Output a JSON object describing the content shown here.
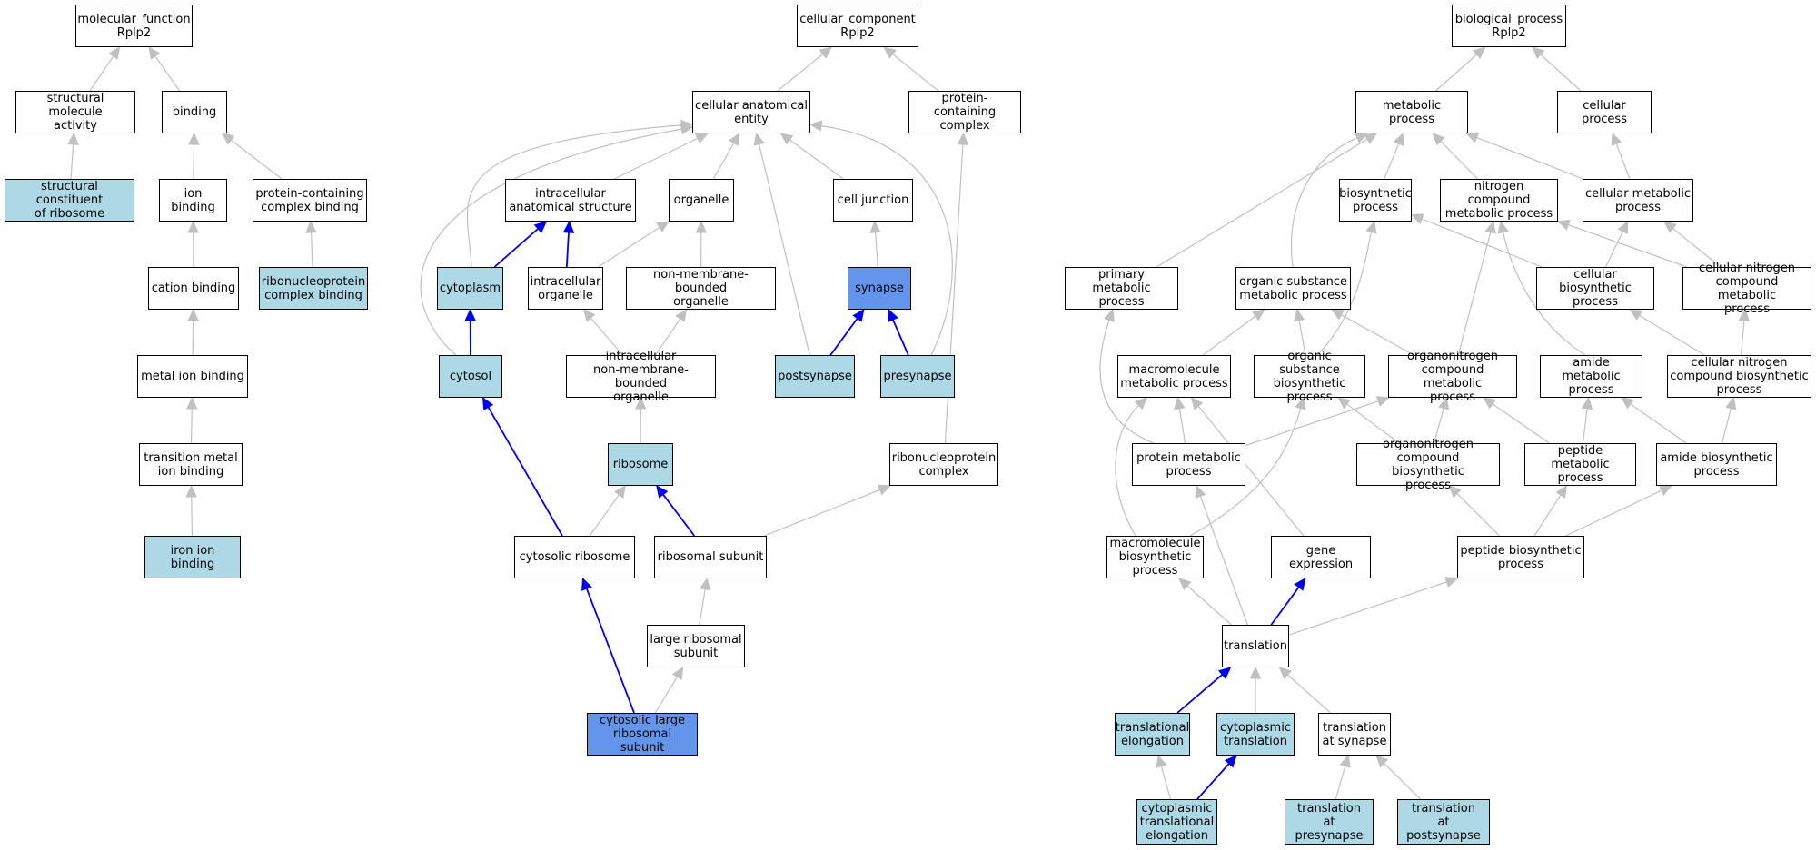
{
  "colors": {
    "plain_fill": "#ffffff",
    "annotated_fill": "#add8e6",
    "direct_fill": "#6495ed",
    "edge_gray": "#c0c0c0",
    "edge_blue": "#0000ee"
  },
  "nodes": [
    {
      "id": "mf_root",
      "label": "molecular_function\nRplp2",
      "fill": "plain"
    },
    {
      "id": "structural_molecule_activity",
      "label": "structural molecule\nactivity",
      "fill": "plain"
    },
    {
      "id": "binding",
      "label": "binding",
      "fill": "plain"
    },
    {
      "id": "structural_constituent_of_ribosome",
      "label": "structural constituent\nof ribosome",
      "fill": "annotated"
    },
    {
      "id": "ion_binding",
      "label": "ion binding",
      "fill": "plain"
    },
    {
      "id": "protein_containing_complex_binding",
      "label": "protein-containing\ncomplex binding",
      "fill": "plain"
    },
    {
      "id": "cation_binding",
      "label": "cation binding",
      "fill": "plain"
    },
    {
      "id": "ribonucleoprotein_complex_binding",
      "label": "ribonucleoprotein\ncomplex binding",
      "fill": "annotated"
    },
    {
      "id": "metal_ion_binding",
      "label": "metal ion binding",
      "fill": "plain"
    },
    {
      "id": "transition_metal_ion_binding",
      "label": "transition metal\nion binding",
      "fill": "plain"
    },
    {
      "id": "iron_ion_binding",
      "label": "iron ion binding",
      "fill": "annotated"
    },
    {
      "id": "cc_root",
      "label": "cellular_component\nRplp2",
      "fill": "plain"
    },
    {
      "id": "cellular_anatomical_entity",
      "label": "cellular anatomical\nentity",
      "fill": "plain"
    },
    {
      "id": "protein_containing_complex",
      "label": "protein-containing\ncomplex",
      "fill": "plain"
    },
    {
      "id": "intracellular_anatomical_structure",
      "label": "intracellular\nanatomical structure",
      "fill": "plain"
    },
    {
      "id": "organelle",
      "label": "organelle",
      "fill": "plain"
    },
    {
      "id": "cell_junction",
      "label": "cell junction",
      "fill": "plain"
    },
    {
      "id": "cytoplasm",
      "label": "cytoplasm",
      "fill": "annotated"
    },
    {
      "id": "intracellular_organelle",
      "label": "intracellular\norganelle",
      "fill": "plain"
    },
    {
      "id": "non_membrane_bounded_organelle",
      "label": "non-membrane-bounded\norganelle",
      "fill": "plain"
    },
    {
      "id": "synapse",
      "label": "synapse",
      "fill": "direct"
    },
    {
      "id": "cytosol",
      "label": "cytosol",
      "fill": "annotated"
    },
    {
      "id": "intracellular_nmb_organelle",
      "label": "intracellular\nnon-membrane-bounded\norganelle",
      "fill": "plain"
    },
    {
      "id": "postsynapse",
      "label": "postsynapse",
      "fill": "annotated"
    },
    {
      "id": "presynapse",
      "label": "presynapse",
      "fill": "annotated"
    },
    {
      "id": "ribosome",
      "label": "ribosome",
      "fill": "annotated"
    },
    {
      "id": "ribonucleoprotein_complex",
      "label": "ribonucleoprotein\ncomplex",
      "fill": "plain"
    },
    {
      "id": "cytosolic_ribosome",
      "label": "cytosolic ribosome",
      "fill": "plain"
    },
    {
      "id": "ribosomal_subunit",
      "label": "ribosomal subunit",
      "fill": "plain"
    },
    {
      "id": "large_ribosomal_subunit",
      "label": "large ribosomal\nsubunit",
      "fill": "plain"
    },
    {
      "id": "cytosolic_large_ribosomal_subunit",
      "label": "cytosolic large\nribosomal subunit",
      "fill": "direct"
    },
    {
      "id": "bp_root",
      "label": "biological_process\nRplp2",
      "fill": "plain"
    },
    {
      "id": "metabolic_process",
      "label": "metabolic process",
      "fill": "plain"
    },
    {
      "id": "cellular_process",
      "label": "cellular process",
      "fill": "plain"
    },
    {
      "id": "biosynthetic_process",
      "label": "biosynthetic\nprocess",
      "fill": "plain"
    },
    {
      "id": "nitrogen_compound_metabolic_process",
      "label": "nitrogen compound\nmetabolic process",
      "fill": "plain"
    },
    {
      "id": "cellular_metabolic_process",
      "label": "cellular metabolic\nprocess",
      "fill": "plain"
    },
    {
      "id": "primary_metabolic_process",
      "label": "primary metabolic\nprocess",
      "fill": "plain"
    },
    {
      "id": "organic_substance_metabolic_process",
      "label": "organic substance\nmetabolic process",
      "fill": "plain"
    },
    {
      "id": "cellular_biosynthetic_process",
      "label": "cellular biosynthetic\nprocess",
      "fill": "plain"
    },
    {
      "id": "cellular_nitrogen_compound_metabolic_process",
      "label": "cellular nitrogen\ncompound metabolic\nprocess",
      "fill": "plain"
    },
    {
      "id": "macromolecule_metabolic_process",
      "label": "macromolecule\nmetabolic process",
      "fill": "plain"
    },
    {
      "id": "organic_substance_biosynthetic_process",
      "label": "organic substance\nbiosynthetic\nprocess",
      "fill": "plain"
    },
    {
      "id": "organonitrogen_compound_metabolic_process",
      "label": "organonitrogen\ncompound metabolic\nprocess",
      "fill": "plain"
    },
    {
      "id": "amide_metabolic_process",
      "label": "amide metabolic\nprocess",
      "fill": "plain"
    },
    {
      "id": "cellular_nitrogen_compound_biosynthetic_process",
      "label": "cellular nitrogen\ncompound biosynthetic\nprocess",
      "fill": "plain"
    },
    {
      "id": "protein_metabolic_process",
      "label": "protein metabolic\nprocess",
      "fill": "plain"
    },
    {
      "id": "organonitrogen_compound_biosynthetic_process",
      "label": "organonitrogen\ncompound biosynthetic\nprocess",
      "fill": "plain"
    },
    {
      "id": "peptide_metabolic_process",
      "label": "peptide metabolic\nprocess",
      "fill": "plain"
    },
    {
      "id": "amide_biosynthetic_process",
      "label": "amide biosynthetic\nprocess",
      "fill": "plain"
    },
    {
      "id": "macromolecule_biosynthetic_process",
      "label": "macromolecule\nbiosynthetic\nprocess",
      "fill": "plain"
    },
    {
      "id": "gene_expression",
      "label": "gene expression",
      "fill": "plain"
    },
    {
      "id": "peptide_biosynthetic_process",
      "label": "peptide biosynthetic\nprocess",
      "fill": "plain"
    },
    {
      "id": "translation",
      "label": "translation",
      "fill": "plain"
    },
    {
      "id": "translational_elongation",
      "label": "translational\nelongation",
      "fill": "annotated"
    },
    {
      "id": "cytoplasmic_translation",
      "label": "cytoplasmic\ntranslation",
      "fill": "annotated"
    },
    {
      "id": "translation_at_synapse",
      "label": "translation\nat synapse",
      "fill": "plain"
    },
    {
      "id": "cytoplasmic_translational_elongation",
      "label": "cytoplasmic\ntranslational\nelongation",
      "fill": "annotated"
    },
    {
      "id": "translation_at_presynapse",
      "label": "translation\nat presynapse",
      "fill": "annotated"
    },
    {
      "id": "translation_at_postsynapse",
      "label": "translation\nat postsynapse",
      "fill": "annotated"
    }
  ],
  "edges": [
    {
      "from": "structural_molecule_activity",
      "to": "mf_root",
      "kind": "gray"
    },
    {
      "from": "binding",
      "to": "mf_root",
      "kind": "gray"
    },
    {
      "from": "structural_constituent_of_ribosome",
      "to": "structural_molecule_activity",
      "kind": "gray"
    },
    {
      "from": "ion_binding",
      "to": "binding",
      "kind": "gray"
    },
    {
      "from": "protein_containing_complex_binding",
      "to": "binding",
      "kind": "gray"
    },
    {
      "from": "cation_binding",
      "to": "ion_binding",
      "kind": "gray"
    },
    {
      "from": "ribonucleoprotein_complex_binding",
      "to": "protein_containing_complex_binding",
      "kind": "gray"
    },
    {
      "from": "metal_ion_binding",
      "to": "cation_binding",
      "kind": "gray"
    },
    {
      "from": "transition_metal_ion_binding",
      "to": "metal_ion_binding",
      "kind": "gray"
    },
    {
      "from": "iron_ion_binding",
      "to": "transition_metal_ion_binding",
      "kind": "gray"
    },
    {
      "from": "cellular_anatomical_entity",
      "to": "cc_root",
      "kind": "gray"
    },
    {
      "from": "protein_containing_complex",
      "to": "cc_root",
      "kind": "gray"
    },
    {
      "from": "intracellular_anatomical_structure",
      "to": "cellular_anatomical_entity",
      "kind": "gray"
    },
    {
      "from": "organelle",
      "to": "cellular_anatomical_entity",
      "kind": "gray"
    },
    {
      "from": "cell_junction",
      "to": "cellular_anatomical_entity",
      "kind": "gray"
    },
    {
      "from": "cytoplasm",
      "to": "cellular_anatomical_entity",
      "kind": "gray",
      "curve": "cytoplasm-entity"
    },
    {
      "from": "cytosol",
      "to": "cellular_anatomical_entity",
      "kind": "gray",
      "curve": "cytosol-entity"
    },
    {
      "from": "postsynapse",
      "to": "cellular_anatomical_entity",
      "kind": "gray"
    },
    {
      "from": "presynapse",
      "to": "cellular_anatomical_entity",
      "kind": "gray",
      "curve": "presynapse-entity"
    },
    {
      "from": "cytoplasm",
      "to": "intracellular_anatomical_structure",
      "kind": "blue"
    },
    {
      "from": "intracellular_organelle",
      "to": "intracellular_anatomical_structure",
      "kind": "blue"
    },
    {
      "from": "intracellular_organelle",
      "to": "organelle",
      "kind": "gray"
    },
    {
      "from": "non_membrane_bounded_organelle",
      "to": "organelle",
      "kind": "gray"
    },
    {
      "from": "synapse",
      "to": "cell_junction",
      "kind": "gray"
    },
    {
      "from": "cytosol",
      "to": "cytoplasm",
      "kind": "blue"
    },
    {
      "from": "intracellular_nmb_organelle",
      "to": "intracellular_organelle",
      "kind": "gray"
    },
    {
      "from": "intracellular_nmb_organelle",
      "to": "non_membrane_bounded_organelle",
      "kind": "gray"
    },
    {
      "from": "postsynapse",
      "to": "synapse",
      "kind": "blue"
    },
    {
      "from": "presynapse",
      "to": "synapse",
      "kind": "blue"
    },
    {
      "from": "ribosome",
      "to": "intracellular_nmb_organelle",
      "kind": "gray"
    },
    {
      "from": "ribonucleoprotein_complex",
      "to": "protein_containing_complex",
      "kind": "gray"
    },
    {
      "from": "cytosolic_ribosome",
      "to": "cytosol",
      "kind": "blue"
    },
    {
      "from": "cytosolic_ribosome",
      "to": "ribosome",
      "kind": "gray"
    },
    {
      "from": "ribosomal_subunit",
      "to": "ribosome",
      "kind": "blue"
    },
    {
      "from": "ribosomal_subunit",
      "to": "ribonucleoprotein_complex",
      "kind": "gray"
    },
    {
      "from": "large_ribosomal_subunit",
      "to": "ribosomal_subunit",
      "kind": "gray"
    },
    {
      "from": "cytosolic_large_ribosomal_subunit",
      "to": "cytosolic_ribosome",
      "kind": "blue"
    },
    {
      "from": "cytosolic_large_ribosomal_subunit",
      "to": "large_ribosomal_subunit",
      "kind": "gray"
    },
    {
      "from": "metabolic_process",
      "to": "bp_root",
      "kind": "gray"
    },
    {
      "from": "cellular_process",
      "to": "bp_root",
      "kind": "gray"
    },
    {
      "from": "biosynthetic_process",
      "to": "metabolic_process",
      "kind": "gray"
    },
    {
      "from": "nitrogen_compound_metabolic_process",
      "to": "metabolic_process",
      "kind": "gray"
    },
    {
      "from": "cellular_metabolic_process",
      "to": "metabolic_process",
      "kind": "gray"
    },
    {
      "from": "cellular_metabolic_process",
      "to": "cellular_process",
      "kind": "gray"
    },
    {
      "from": "primary_metabolic_process",
      "to": "metabolic_process",
      "kind": "gray"
    },
    {
      "from": "organic_substance_metabolic_process",
      "to": "metabolic_process",
      "kind": "gray",
      "curve": "osmp-metabolic"
    },
    {
      "from": "cellular_biosynthetic_process",
      "to": "biosynthetic_process",
      "kind": "gray"
    },
    {
      "from": "cellular_biosynthetic_process",
      "to": "cellular_metabolic_process",
      "kind": "gray"
    },
    {
      "from": "cellular_nitrogen_compound_metabolic_process",
      "to": "nitrogen_compound_metabolic_process",
      "kind": "gray"
    },
    {
      "from": "cellular_nitrogen_compound_metabolic_process",
      "to": "cellular_metabolic_process",
      "kind": "gray"
    },
    {
      "from": "macromolecule_metabolic_process",
      "to": "organic_substance_metabolic_process",
      "kind": "gray"
    },
    {
      "from": "organic_substance_biosynthetic_process",
      "to": "organic_substance_metabolic_process",
      "kind": "gray"
    },
    {
      "from": "organic_substance_biosynthetic_process",
      "to": "biosynthetic_process",
      "kind": "gray",
      "curve": "osbp-biosynthetic"
    },
    {
      "from": "organonitrogen_compound_metabolic_process",
      "to": "organic_substance_metabolic_process",
      "kind": "gray"
    },
    {
      "from": "organonitrogen_compound_metabolic_process",
      "to": "nitrogen_compound_metabolic_process",
      "kind": "gray"
    },
    {
      "from": "amide_metabolic_process",
      "to": "nitrogen_compound_metabolic_process",
      "kind": "gray",
      "curve": "amide-nitrogen"
    },
    {
      "from": "cellular_nitrogen_compound_biosynthetic_process",
      "to": "cellular_biosynthetic_process",
      "kind": "gray"
    },
    {
      "from": "cellular_nitrogen_compound_biosynthetic_process",
      "to": "cellular_nitrogen_compound_metabolic_process",
      "kind": "gray"
    },
    {
      "from": "protein_metabolic_process",
      "to": "primary_metabolic_process",
      "kind": "gray",
      "curve": "protein-primary"
    },
    {
      "from": "protein_metabolic_process",
      "to": "macromolecule_metabolic_process",
      "kind": "gray"
    },
    {
      "from": "protein_metabolic_process",
      "to": "organonitrogen_compound_metabolic_process",
      "kind": "gray"
    },
    {
      "from": "organonitrogen_compound_biosynthetic_process",
      "to": "organic_substance_biosynthetic_process",
      "kind": "gray"
    },
    {
      "from": "organonitrogen_compound_biosynthetic_process",
      "to": "organonitrogen_compound_metabolic_process",
      "kind": "gray"
    },
    {
      "from": "peptide_metabolic_process",
      "to": "organonitrogen_compound_metabolic_process",
      "kind": "gray"
    },
    {
      "from": "peptide_metabolic_process",
      "to": "amide_metabolic_process",
      "kind": "gray"
    },
    {
      "from": "amide_biosynthetic_process",
      "to": "amide_metabolic_process",
      "kind": "gray"
    },
    {
      "from": "amide_biosynthetic_process",
      "to": "cellular_nitrogen_compound_biosynthetic_process",
      "kind": "gray"
    },
    {
      "from": "macromolecule_biosynthetic_process",
      "to": "macromolecule_metabolic_process",
      "kind": "gray",
      "curve": "mbp-mmp"
    },
    {
      "from": "macromolecule_biosynthetic_process",
      "to": "organic_substance_biosynthetic_process",
      "kind": "gray",
      "curve": "mbp-osbp"
    },
    {
      "from": "gene_expression",
      "to": "macromolecule_metabolic_process",
      "kind": "gray"
    },
    {
      "from": "peptide_biosynthetic_process",
      "to": "organonitrogen_compound_biosynthetic_process",
      "kind": "gray"
    },
    {
      "from": "peptide_biosynthetic_process",
      "to": "peptide_metabolic_process",
      "kind": "gray"
    },
    {
      "from": "peptide_biosynthetic_process",
      "to": "amide_biosynthetic_process",
      "kind": "gray"
    },
    {
      "from": "translation",
      "to": "protein_metabolic_process",
      "kind": "gray"
    },
    {
      "from": "translation",
      "to": "macromolecule_biosynthetic_process",
      "kind": "gray"
    },
    {
      "from": "translation",
      "to": "gene_expression",
      "kind": "blue"
    },
    {
      "from": "translation",
      "to": "peptide_biosynthetic_process",
      "kind": "gray"
    },
    {
      "from": "translational_elongation",
      "to": "translation",
      "kind": "blue"
    },
    {
      "from": "cytoplasmic_translation",
      "to": "translation",
      "kind": "gray"
    },
    {
      "from": "translation_at_synapse",
      "to": "translation",
      "kind": "gray"
    },
    {
      "from": "cytoplasmic_translational_elongation",
      "to": "translational_elongation",
      "kind": "gray"
    },
    {
      "from": "cytoplasmic_translational_elongation",
      "to": "cytoplasmic_translation",
      "kind": "blue"
    },
    {
      "from": "translation_at_presynapse",
      "to": "translation_at_synapse",
      "kind": "gray"
    },
    {
      "from": "translation_at_postsynapse",
      "to": "translation_at_synapse",
      "kind": "gray"
    }
  ]
}
